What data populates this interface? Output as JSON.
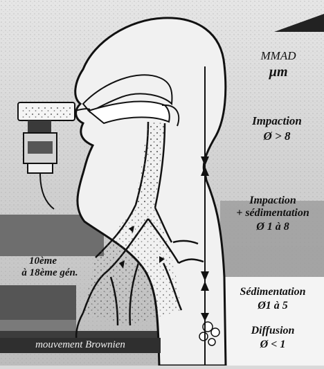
{
  "labels": {
    "mmad": "MMAD",
    "unit": "µm",
    "impaction_title": "Impaction",
    "impaction_size": "Ø > 8",
    "impaction_sed_title": "Impaction",
    "impaction_sed_title2": "+ sédimentation",
    "impaction_sed_size": "Ø 1 à 8",
    "generations_line1": "10ème",
    "generations_line2": "à 18ème gén.",
    "sedimentation_title": "Sédimentation",
    "sedimentation_size": "Ø1 à 5",
    "diffusion_title": "Diffusion",
    "diffusion_size": "Ø < 1",
    "brownian": "mouvement Brownien"
  },
  "colors": {
    "background": "#d9d9d9",
    "dark_band": "#555555",
    "mid_band": "#8a8a8a",
    "light_panel": "#f2f2f2",
    "ink": "#111111"
  }
}
